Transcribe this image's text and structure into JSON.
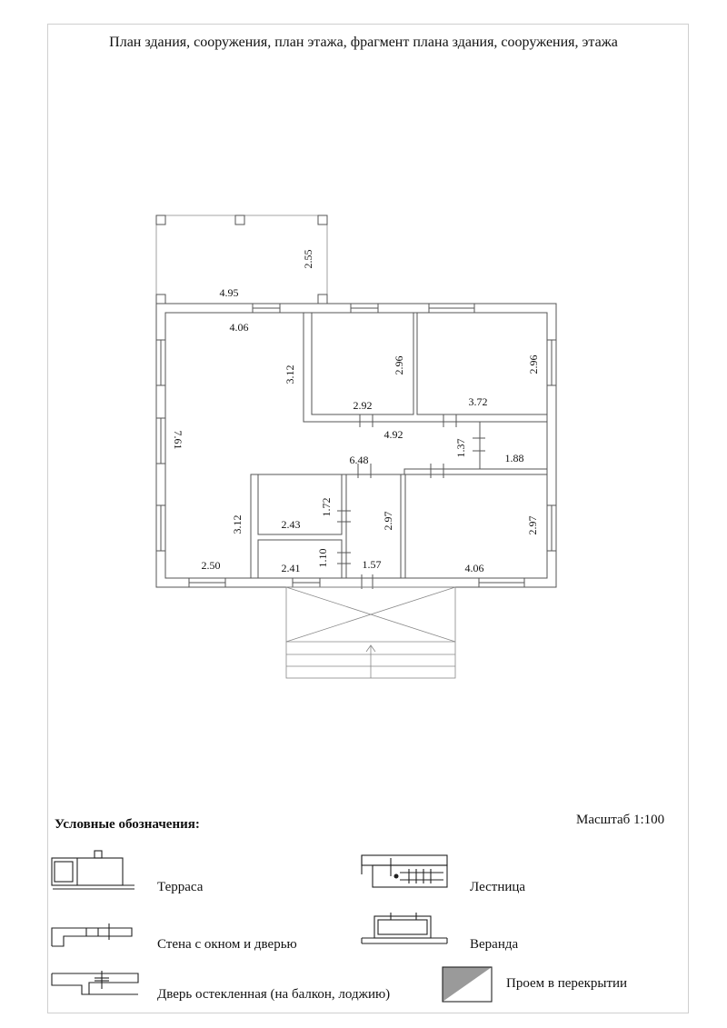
{
  "title": "План здания, сооружения, план этажа, фрагмент плана здания, сооружения, этажа",
  "scale": "Масштаб 1:100",
  "legend": {
    "heading": "Условные обозначения:",
    "items": [
      {
        "label": "Терраса"
      },
      {
        "label": "Лестница"
      },
      {
        "label": "Стена с окном и дверью"
      },
      {
        "label": "Веранда"
      },
      {
        "label": "Дверь остекленная (на балкон, лоджию)"
      },
      {
        "label": "Проем в перекрытии"
      }
    ]
  },
  "dimensions": {
    "terrace_width": "4.95",
    "terrace_depth": "2.55",
    "living_top": "4.06",
    "living_upper_side": "3.12",
    "living_length": "7.61",
    "living_lower_side": "3.12",
    "living_bottom": "2.50",
    "room2_width": "2.92",
    "room2_depth": "2.96",
    "room3_width": "3.72",
    "room3_depth": "2.96",
    "corridor_upper": "4.92",
    "corridor_lower": "6.48",
    "corridor_height": "1.37",
    "small_room": "1.88",
    "bath_width": "2.43",
    "bath_depth": "1.72",
    "wc_width": "2.41",
    "wc_depth": "1.10",
    "hall_depth": "2.97",
    "hall_width": "1.57",
    "room4_depth": "2.97",
    "room4_width": "4.06"
  }
}
